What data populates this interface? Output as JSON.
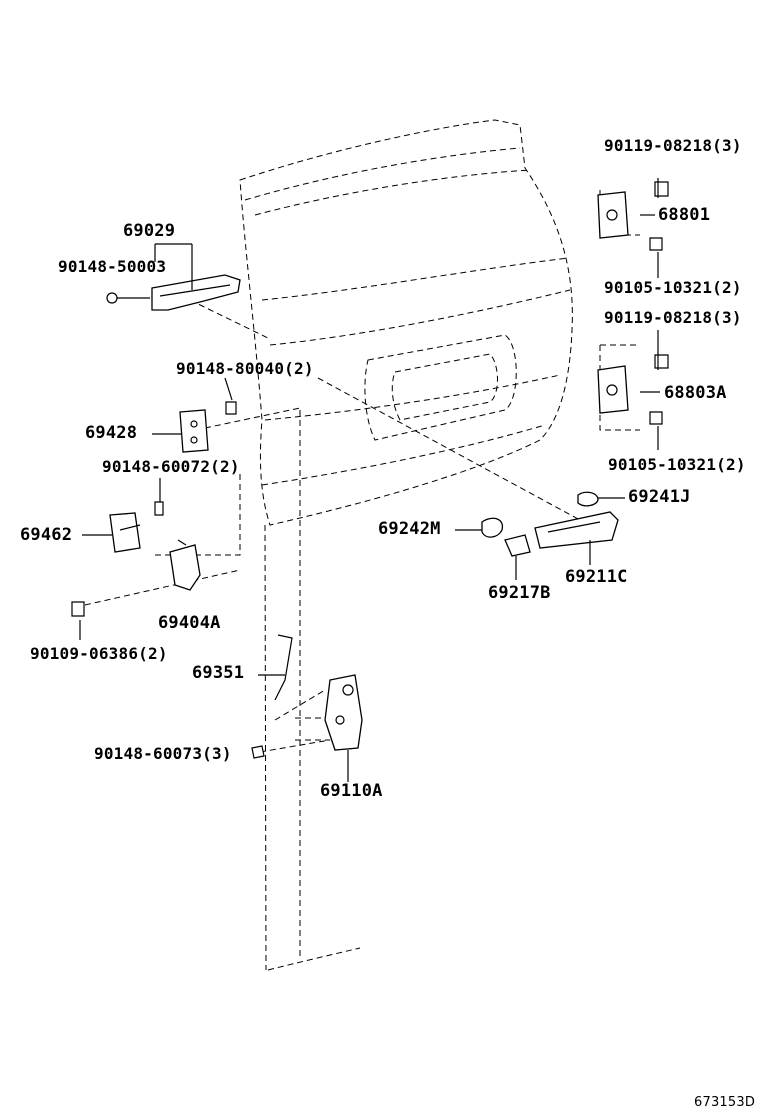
{
  "figure_id": "673153D",
  "labels": {
    "p69029": "69029",
    "p90148_50003": "90148-50003",
    "p90148_80040": "90148-80040(2)",
    "p69428": "69428",
    "p90148_60072": "90148-60072(2)",
    "p69462": "69462",
    "p69404A": "69404A",
    "p90109_06386": "90109-06386(2)",
    "p69351": "69351",
    "p90148_60073": "90148-60073(3)",
    "p69110A": "69110A",
    "p90119_08218_a": "90119-08218(3)",
    "p68801": "68801",
    "p90105_10321_a": "90105-10321(2)",
    "p90119_08218_b": "90119-08218(3)",
    "p68803A": "68803A",
    "p90105_10321_b": "90105-10321(2)",
    "p69241J": "69241J",
    "p69242M": "69242M",
    "p69211C": "69211C",
    "p69217B": "69217B"
  }
}
